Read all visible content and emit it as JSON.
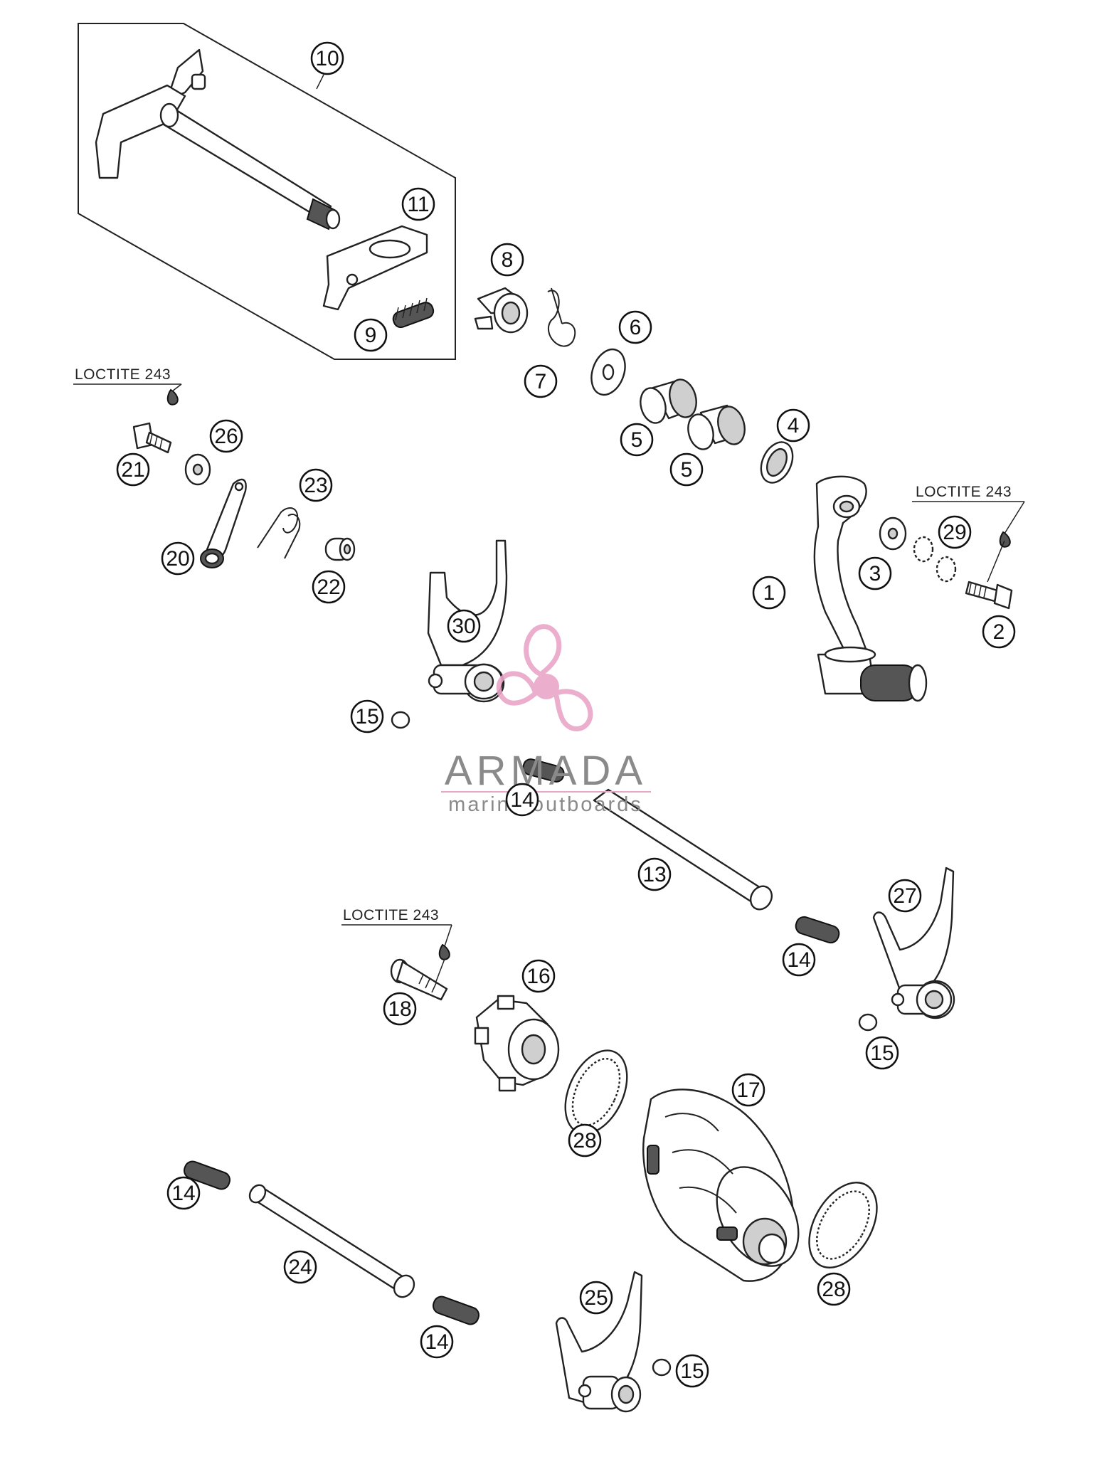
{
  "callouts": [
    "10",
    "11",
    "8",
    "9",
    "7",
    "6",
    "5",
    "5",
    "4",
    "1",
    "3",
    "29",
    "2",
    "21",
    "26",
    "23",
    "20",
    "22",
    "30",
    "15",
    "14",
    "13",
    "27",
    "14",
    "15",
    "18",
    "16",
    "28",
    "17",
    "14",
    "24",
    "28",
    "14",
    "25",
    "15"
  ],
  "loctite": {
    "label_1": "LOCTITE 243",
    "label_2": "LOCTITE 243",
    "label_3": "LOCTITE 243"
  },
  "watermark": {
    "brand": "ARMADA",
    "tagline": "marine outboards",
    "logo_color": "#e9a6c8",
    "text_color": "#8a8a8a"
  }
}
